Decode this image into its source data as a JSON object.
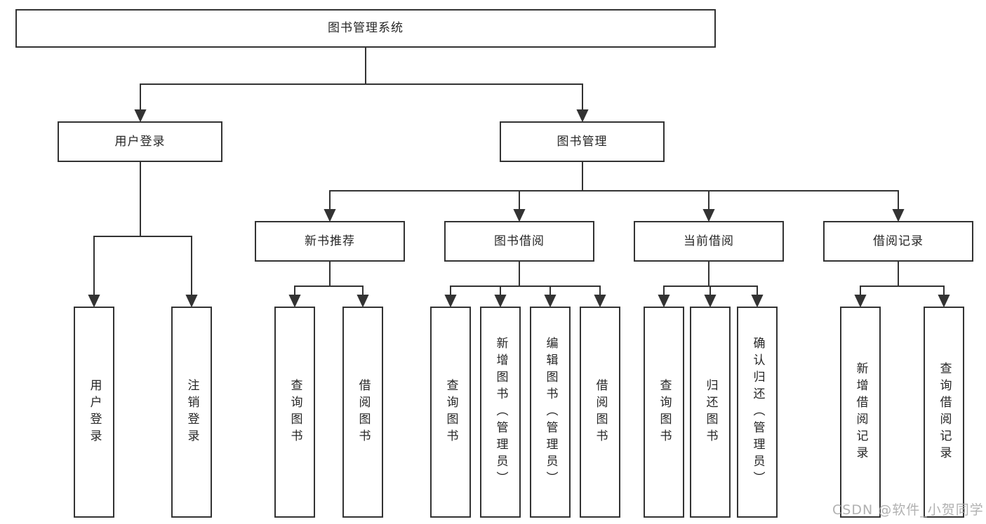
{
  "tree": {
    "root": "图书管理系统",
    "branches": [
      {
        "label": "用户登录",
        "children": [
          "用户登录",
          "注销登录"
        ]
      },
      {
        "label": "图书管理",
        "children": [
          {
            "label": "新书推荐",
            "children": [
              "查询图书",
              "借阅图书"
            ]
          },
          {
            "label": "图书借阅",
            "children": [
              "查询图书",
              "新增图书（管理员）",
              "编辑图书（管理员）",
              "借阅图书"
            ]
          },
          {
            "label": "当前借阅",
            "children": [
              "查询图书",
              "归还图书",
              "确认归还（管理员）"
            ]
          },
          {
            "label": "借阅记录",
            "children": [
              "新增借阅记录",
              "查询借阅记录"
            ]
          }
        ]
      }
    ]
  },
  "watermark": "CSDN @软件_小贺同学",
  "colors": {
    "line": "#333333",
    "text": "#262626",
    "background": "#ffffff",
    "watermark": "#a8a8a8"
  }
}
